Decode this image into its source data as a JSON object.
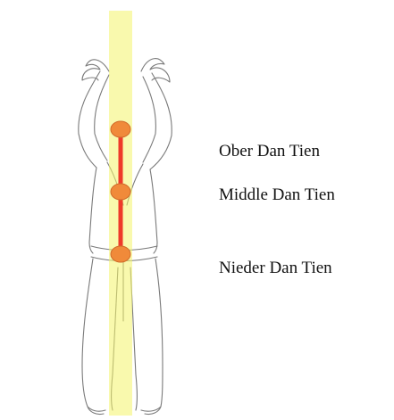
{
  "diagram": {
    "labels": {
      "upper": "Ober Dan Tien",
      "middle": "Middle Dan Tien",
      "lower": "Nieder Dan Tien"
    },
    "colors": {
      "central_channel": "#f4f46a",
      "energy_line": "#ef3a2a",
      "dan_tien_point": "#f08a3a",
      "dan_tien_outline": "#d06a2a",
      "figure_outline": "#7a7a7a",
      "label_text": "#111111"
    },
    "icons": {
      "figure": "standing-person-outline",
      "point": "dan-tien-point"
    }
  }
}
